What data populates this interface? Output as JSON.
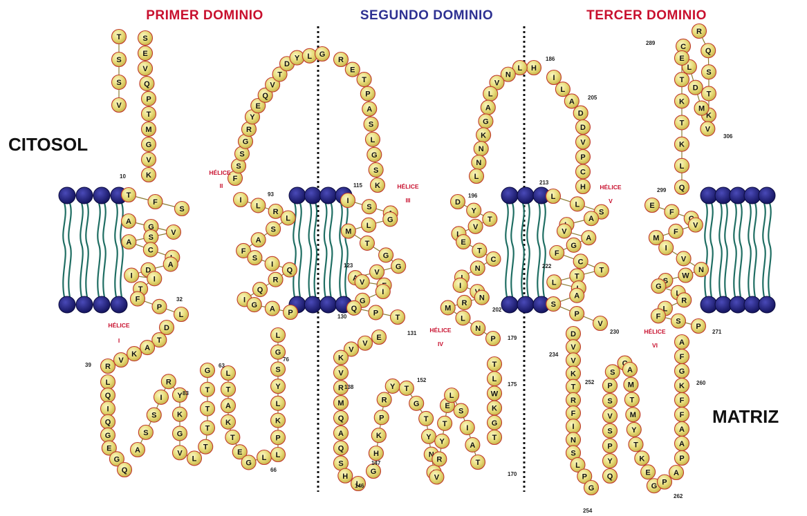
{
  "colors": {
    "primer": "#c8102e",
    "segundo": "#2e3192",
    "tercer": "#c8102e",
    "helix": "#c8102e",
    "bead_fill": "#e9e07e",
    "bead_edge": "#c0392b",
    "lipid_head": "#1e1e7a",
    "lipid_tail": "#1f6e63"
  },
  "domain_titles": {
    "primer": "PRIMER DOMINIO",
    "segundo": "SEGUNDO DOMINIO",
    "tercer": "TERCER DOMINIO"
  },
  "regions": {
    "citosol": "CITOSOL",
    "matriz": "MATRIZ"
  },
  "helix_labels": [
    [
      "HÉLICE",
      "I"
    ],
    [
      "HÉLICE",
      "II"
    ],
    [
      "HÉLICE",
      "III"
    ],
    [
      "HÉLICE",
      "IV"
    ],
    [
      "HÉLICE",
      "V"
    ],
    [
      "HÉLICE",
      "VI"
    ]
  ],
  "numbers": [
    "10",
    "32",
    "39",
    "63",
    "83",
    "93",
    "76",
    "66",
    "115",
    "123",
    "130",
    "131",
    "138",
    "146",
    "147",
    "152",
    "175",
    "179",
    "170",
    "196",
    "186",
    "202",
    "205",
    "213",
    "222",
    "230",
    "234",
    "252",
    "254",
    "260",
    "262",
    "271",
    "289",
    "299",
    "306"
  ],
  "residue_groups": [
    "TSSV",
    "SEVQPTMGVK",
    "TFS",
    "AGVSACLADIITFPL",
    "DTAKVR",
    "LQIQGEGQ",
    "ASSIRYKGVLTTTTG",
    "LTAKTEGL",
    "FSSGRYEQVTDYLG",
    "ILRLSAFSIQRQIGAP",
    "LGSYLKPL",
    "RETPASLGSK",
    "ISAGLMTGGVAVFIGQPT",
    "EVVKVRMQAQSHL",
    "GHKPRYTGTYNAVRYTELSIAT",
    "TGKWLT",
    "HLNVLAGKNNL",
    "DYTVLETCNIIVNRMLNP",
    "ILADDVPCH",
    "LLSALVAGFCTTLLASPV",
    "DVVKTRFINSLPG",
    "QYPSVSPSCAMTMYTKEGPA",
    "AFGKFFAAP",
    "RQSTKVMDLCETKTKLQ",
    "EFCVFMIVNWSGLRLFSP"
  ]
}
